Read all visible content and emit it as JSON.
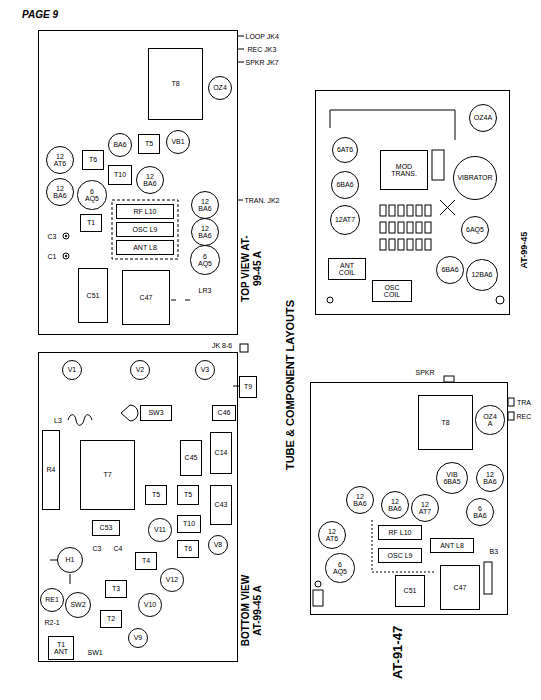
{
  "diagram": {
    "nodes": [
      {
        "text": [
          "TOP VIEW AT-99-45 A"
        ]
      },
      {
        "text": [
          "T8"
        ],
        "in": 0
      },
      {
        "text": [
          "OZ4"
        ],
        "in": 0
      },
      {
        "text": [
          "VB1"
        ],
        "in": 0
      },
      {
        "text": [
          "BA6"
        ],
        "in": 0
      },
      {
        "text": [
          "T5"
        ],
        "in": 0
      },
      {
        "text": [
          "12 AT6"
        ],
        "in": 0
      },
      {
        "text": [
          "T6"
        ],
        "in": 0
      },
      {
        "text": [
          "T10"
        ],
        "in": 0
      },
      {
        "text": [
          "12 BA6"
        ],
        "in": 0
      },
      {
        "text": [
          "12 BA6"
        ],
        "in": 0
      },
      {
        "text": [
          "6 AQ5"
        ],
        "in": 0
      },
      {
        "text": [
          "T1"
        ],
        "in": 0
      },
      {
        "text": [
          "RF L10"
        ],
        "in": 0
      },
      {
        "text": [
          "OSC L9"
        ],
        "in": 0
      },
      {
        "text": [
          "ANT L8"
        ],
        "in": 0
      },
      {
        "text": [
          "C51"
        ],
        "in": 0
      },
      {
        "text": [
          "C47"
        ],
        "in": 0
      },
      {
        "text": [
          "12 BA6"
        ],
        "in": 0
      },
      {
        "text": [
          "12 BA6"
        ],
        "in": 0
      },
      {
        "text": [
          "6 AQ5"
        ],
        "in": 0
      },
      {
        "text": [
          "BOTTOM VIEW AT-99-45 A"
        ]
      },
      {
        "text": [
          "V1"
        ],
        "in": 21
      },
      {
        "text": [
          "V2"
        ],
        "in": 21
      },
      {
        "text": [
          "V3"
        ],
        "in": 21
      },
      {
        "text": [
          "T9"
        ],
        "in": 21
      },
      {
        "text": [
          "SW3"
        ],
        "in": 21
      },
      {
        "text": [
          "C46"
        ],
        "in": 21
      },
      {
        "text": [
          "R4"
        ],
        "in": 21
      },
      {
        "text": [
          "T7"
        ],
        "in": 21
      },
      {
        "text": [
          "C45"
        ],
        "in": 21
      },
      {
        "text": [
          "C14"
        ],
        "in": 21
      },
      {
        "text": [
          "C43"
        ],
        "in": 21
      },
      {
        "text": [
          "T5"
        ],
        "in": 21
      },
      {
        "text": [
          "T5"
        ],
        "in": 21
      },
      {
        "text": [
          "C53"
        ],
        "in": 21
      },
      {
        "text": [
          "T10"
        ],
        "in": 21
      },
      {
        "text": [
          "V11"
        ],
        "in": 21
      },
      {
        "text": [
          "V8"
        ],
        "in": 21
      },
      {
        "text": [
          "H1"
        ],
        "in": 21
      },
      {
        "text": [
          "T6"
        ],
        "in": 21
      },
      {
        "text": [
          "T4"
        ],
        "in": 21
      },
      {
        "text": [
          "V12"
        ],
        "in": 21
      },
      {
        "text": [
          "T3"
        ],
        "in": 21
      },
      {
        "text": [
          "V10"
        ],
        "in": 21
      },
      {
        "text": [
          "T2"
        ],
        "in": 21
      },
      {
        "text": [
          "V9"
        ],
        "in": 21
      },
      {
        "text": [
          "RE1"
        ],
        "in": 21
      },
      {
        "text": [
          "SW2"
        ],
        "in": 21
      },
      {
        "text": [
          "T1",
          "ANT"
        ],
        "in": 21
      },
      {
        "text": [
          "AT-99-45"
        ]
      },
      {
        "text": [
          "OZ4A"
        ],
        "in": 50
      },
      {
        "text": [
          "VIBRATOR"
        ],
        "in": 50
      },
      {
        "text": [
          "MOD TRANS."
        ],
        "in": 50
      },
      {
        "text": [
          "6AT6"
        ],
        "in": 50
      },
      {
        "text": [
          "6BA6"
        ],
        "in": 50
      },
      {
        "text": [
          "12AT7"
        ],
        "in": 50
      },
      {
        "text": [
          "6AQ5"
        ],
        "in": 50
      },
      {
        "text": [
          "6BA6"
        ],
        "in": 50
      },
      {
        "text": [
          "12BA6"
        ],
        "in": 50
      },
      {
        "text": [
          "ANT COIL"
        ],
        "in": 50
      },
      {
        "text": [
          "OSC COIL"
        ],
        "in": 50
      },
      {
        "text": [
          "AT-91-47"
        ]
      },
      {
        "text": [
          "T8"
        ],
        "in": 62
      },
      {
        "text": [
          "OZ4 A"
        ],
        "in": 62
      },
      {
        "text": [
          "VIB",
          "6BA5"
        ],
        "in": 62
      },
      {
        "text": [
          "12 BA6"
        ],
        "in": 62
      },
      {
        "text": [
          "12 AT7"
        ],
        "in": 62
      },
      {
        "text": [
          "12 BA6"
        ],
        "in": 62
      },
      {
        "text": [
          "6 BA6"
        ],
        "in": 62
      },
      {
        "text": [
          "12 BA6"
        ],
        "in": 62
      },
      {
        "text": [
          "RF L10"
        ],
        "in": 62
      },
      {
        "text": [
          "ANT L8"
        ],
        "in": 62
      },
      {
        "text": [
          "OSC L9"
        ],
        "in": 62
      },
      {
        "text": [
          "12 AT6"
        ],
        "in": 62
      },
      {
        "text": [
          "6 AQ5"
        ],
        "in": 62
      },
      {
        "text": [
          "C51"
        ],
        "in": 62
      },
      {
        "text": [
          "C47"
        ],
        "in": 62
      }
    ],
    "labels": [
      "PAGE 9",
      "TUBE & COMPONENT LAYOUTS",
      "LOOP JK4",
      "REC JK3",
      "SPKR JK7",
      "TRAN. JK2",
      "LR3",
      "C3",
      "C1",
      "JK 8-6",
      "L3",
      "C3",
      "C4",
      "R2-1",
      "SW1",
      "SPKR",
      "TRA",
      "REC",
      "B3"
    ]
  }
}
